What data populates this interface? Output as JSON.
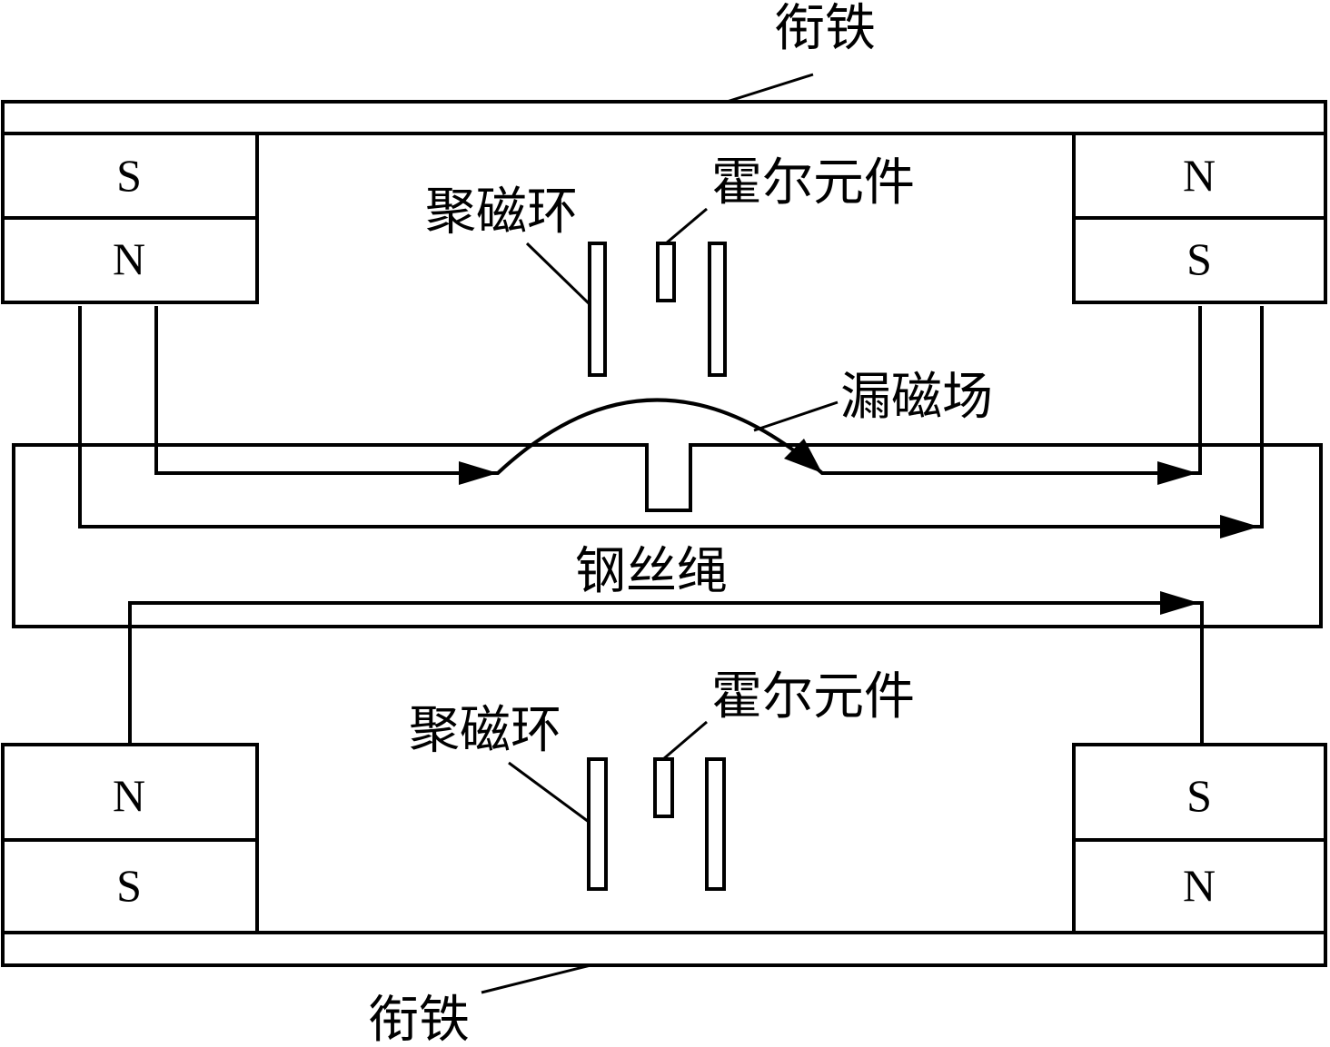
{
  "labels": {
    "armature_top": "衔铁",
    "armature_bottom": "衔铁",
    "concentrator_top": "聚磁环",
    "concentrator_bottom": "聚磁环",
    "hall_top": "霍尔元件",
    "hall_bottom": "霍尔元件",
    "leakage_field": "漏磁场",
    "wire_rope": "钢丝绳"
  },
  "magnets": {
    "top_left": {
      "upper": "S",
      "lower": "N"
    },
    "top_right": {
      "upper": "N",
      "lower": "S"
    },
    "bottom_left": {
      "upper": "N",
      "lower": "S"
    },
    "bottom_right": {
      "upper": "S",
      "lower": "N"
    }
  }
}
